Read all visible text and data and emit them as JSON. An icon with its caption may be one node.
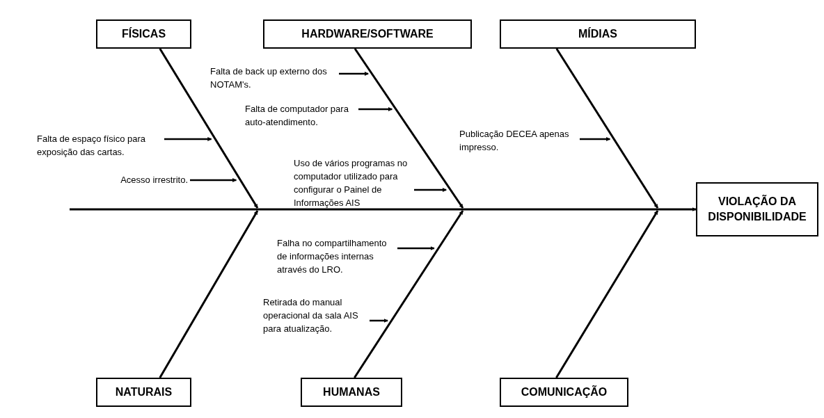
{
  "diagram": {
    "nodes": [
      {
        "text": [
          "FÍSICAS"
        ]
      },
      {
        "text": [
          "HARDWARE/SOFTWARE"
        ]
      },
      {
        "text": [
          "MÍDIAS"
        ]
      },
      {
        "text": [
          "VIOLAÇÃO DA DISPONIBILIDADE"
        ]
      },
      {
        "text": [
          "NATURAIS"
        ]
      },
      {
        "text": [
          "HUMANAS"
        ]
      },
      {
        "text": [
          "COMUNICAÇÃO"
        ]
      },
      {
        "text": [
          "Falta de back up externo dos NOTAM's."
        ]
      },
      {
        "text": [
          "Falta de computador para auto-atendimento."
        ]
      },
      {
        "text": [
          "Falta de espaço físico para exposição das cartas."
        ]
      },
      {
        "text": [
          "Publicação DECEA apenas impresso."
        ]
      },
      {
        "text": [
          "Uso de vários programas no computador utilizado para configurar o Painel de Informações AIS"
        ]
      },
      {
        "text": [
          "Acesso irrestrito."
        ]
      },
      {
        "text": [
          "Falha no compartilhamento de informações internas através do LRO."
        ]
      },
      {
        "text": [
          "Retirada do manual operacional da sala AIS para atualização."
        ]
      }
    ],
    "edges": [
      {
        "from": null,
        "to": 3,
        "arrow": "to"
      },
      {
        "from": 0,
        "to": null,
        "arrow": "to"
      },
      {
        "from": 1,
        "to": null,
        "arrow": "to"
      },
      {
        "from": 2,
        "to": null,
        "arrow": "to"
      },
      {
        "from": 4,
        "to": null,
        "arrow": "to"
      },
      {
        "from": 5,
        "to": null,
        "arrow": "to"
      },
      {
        "from": 6,
        "to": null,
        "arrow": "to"
      },
      {
        "from": 7,
        "to": null,
        "arrow": "to"
      },
      {
        "from": 8,
        "to": null,
        "arrow": "to"
      },
      {
        "from": 9,
        "to": null,
        "arrow": "to"
      },
      {
        "from": 10,
        "to": null,
        "arrow": "to"
      },
      {
        "from": 11,
        "to": null,
        "arrow": "to"
      },
      {
        "from": 12,
        "to": null,
        "arrow": "to"
      },
      {
        "from": 13,
        "to": null,
        "arrow": "to"
      },
      {
        "from": 14,
        "to": null,
        "arrow": "to"
      }
    ]
  }
}
